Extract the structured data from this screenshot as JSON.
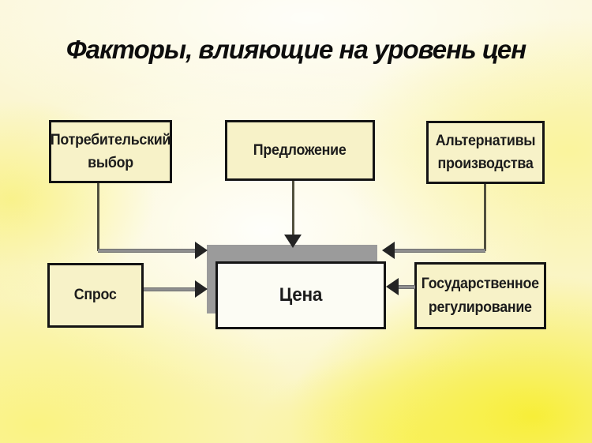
{
  "title": "Факторы, влияющие на уровень цен",
  "diagram": {
    "nodes": {
      "consumer_choice": {
        "label": "Потребительский выбор"
      },
      "supply": {
        "label": "Предложение"
      },
      "production_alternatives": {
        "label": "Альтернативы производства"
      },
      "demand": {
        "label": "Спрос"
      },
      "price": {
        "label": "Цена"
      },
      "state_regulation": {
        "label": "Государственное регулирование"
      }
    },
    "edges": [
      {
        "from": "consumer_choice",
        "to": "price"
      },
      {
        "from": "supply",
        "to": "price"
      },
      {
        "from": "production_alternatives",
        "to": "price"
      },
      {
        "from": "demand",
        "to": "price"
      },
      {
        "from": "state_regulation",
        "to": "price"
      }
    ]
  },
  "colors": {
    "title_color": "#0d0d0d",
    "text_color": "#1c1c1c",
    "box_fill": "#f7f2c8",
    "box_border": "#141414",
    "price_fill": "#fcfcf4",
    "shadow_gray": "#9b9b9b",
    "gray_line": "#8f8f8f",
    "dark_line": "#51503e",
    "arrow_color": "#242424",
    "bg_base": "#fbf7d8",
    "bg_yellow": "#f7ee32"
  }
}
